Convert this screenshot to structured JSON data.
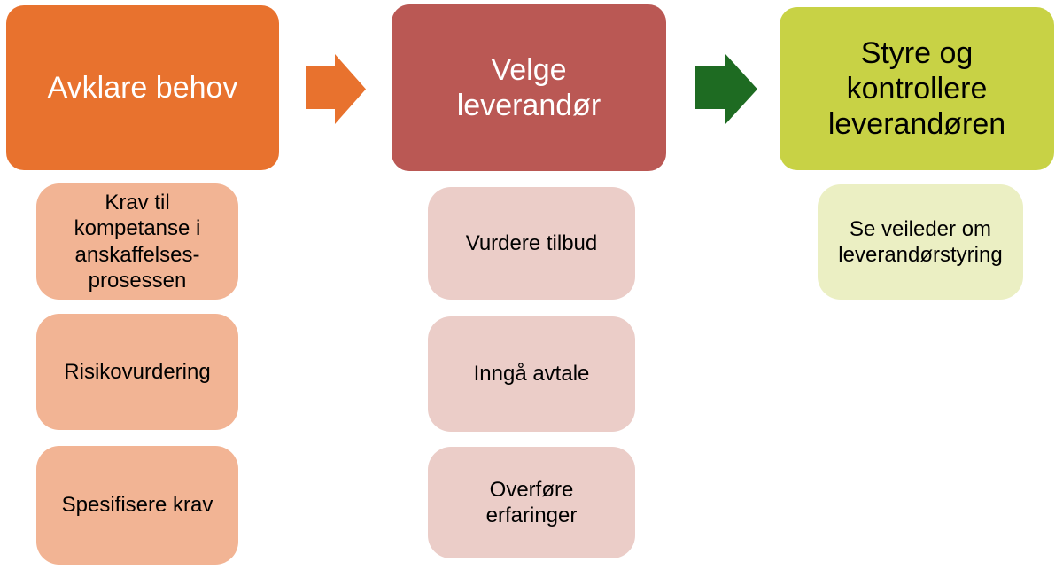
{
  "diagram": {
    "stages": [
      {
        "title": "Avklare behov",
        "header_bg": "#E8722E",
        "header_text_color": "#FFFFFF",
        "item_bg": "#F2B494",
        "item_text_color": "#000000",
        "items": [
          "Krav til kompetanse i anskaffelses-prosessen",
          "Risikovurdering",
          "Spesifisere krav"
        ]
      },
      {
        "title": "Velge leverandør",
        "header_bg": "#BA5854",
        "header_text_color": "#FFFFFF",
        "item_bg": "#EBCDC8",
        "item_text_color": "#000000",
        "items": [
          "Vurdere tilbud",
          "Inngå avtale",
          "Overføre erfaringer"
        ]
      },
      {
        "title": "Styre og kontrollere leverandøren",
        "header_bg": "#C8D245",
        "header_text_color": "#000000",
        "item_bg": "#EBEFC3",
        "item_text_color": "#000000",
        "items": [
          "Se veileder om leverandørstyring"
        ]
      }
    ],
    "arrows": [
      {
        "direction": "right",
        "color": "#E8722E"
      },
      {
        "direction": "right",
        "color": "#1E6B22"
      }
    ]
  }
}
